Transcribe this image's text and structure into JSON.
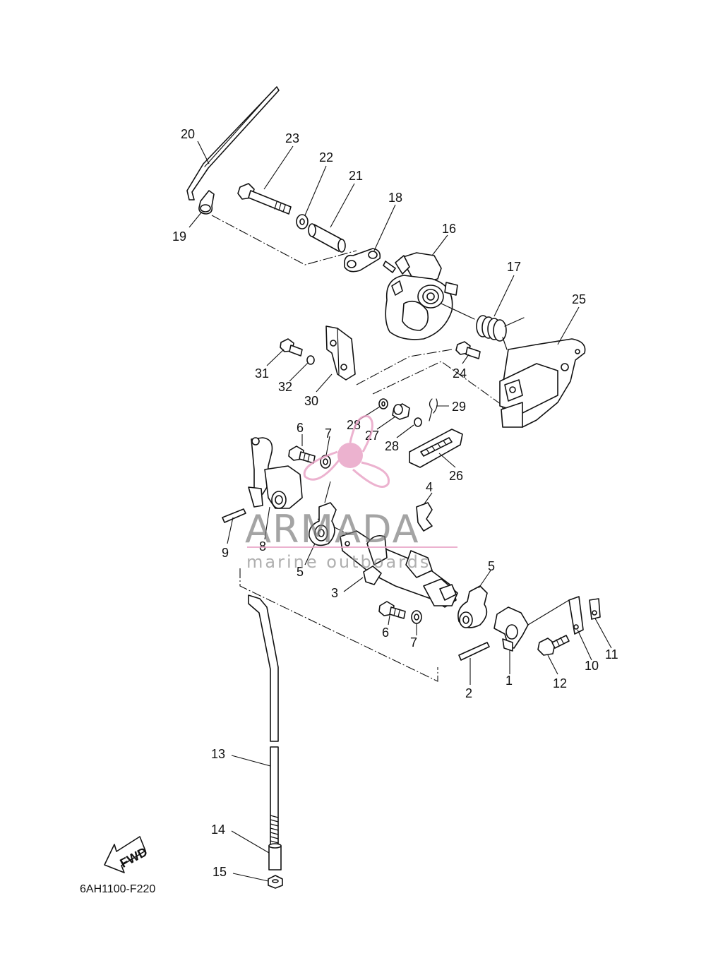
{
  "diagram_code": "6AH1100-F220",
  "fwd_label": "FWD",
  "watermark": {
    "brand": "ARMADA",
    "tagline": "marine outboards",
    "logo_color": "#e8a0c4",
    "text_color": "#7a7a7a"
  },
  "callouts": {
    "c1": "1",
    "c2": "2",
    "c3": "3",
    "c4": "4",
    "c5a": "5",
    "c5b": "5",
    "c6a": "6",
    "c6b": "6",
    "c7a": "7",
    "c7b": "7",
    "c8": "8",
    "c9": "9",
    "c10": "10",
    "c11": "11",
    "c12": "12",
    "c13": "13",
    "c14": "14",
    "c15": "15",
    "c16": "16",
    "c17": "17",
    "c18": "18",
    "c19": "19",
    "c20": "20",
    "c21": "21",
    "c22": "22",
    "c23": "23",
    "c24": "24",
    "c25": "25",
    "c26": "26",
    "c27": "27",
    "c28a": "28",
    "c28b": "28",
    "c29": "29",
    "c30": "30",
    "c31": "31",
    "c32": "32"
  }
}
